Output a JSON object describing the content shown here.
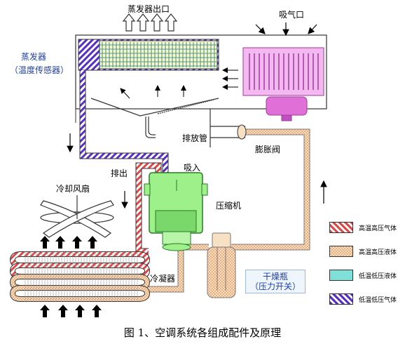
{
  "labels": {
    "evap_outlet": "蒸发器出口",
    "intake": "吸气口",
    "evaporator": "蒸发器",
    "temp_sensor": "（温度传感器）",
    "drain_pipe": "排放管",
    "expansion_valve": "膨胀阀",
    "discharge": "排出",
    "suction": "吸入",
    "cooling_fan": "冷却风扇",
    "compressor": "压缩机",
    "condenser": "冷凝器",
    "dryer": "干燥瓶",
    "pressure_switch": "（压力开关）"
  },
  "legend": [
    {
      "label": "高温高压气体",
      "color": "#e05050",
      "pattern": "hatch-red"
    },
    {
      "label": "高温高压液体",
      "color": "#f0c8a0",
      "pattern": "check-orange"
    },
    {
      "label": "低温低压液体",
      "color": "#7fe0d8",
      "pattern": "solid-cyan"
    },
    {
      "label": "低温低压气体",
      "color": "#6a3ad0",
      "pattern": "hatch-purple"
    }
  ],
  "caption": "图 1、空调系统各组成配件及原理"
}
